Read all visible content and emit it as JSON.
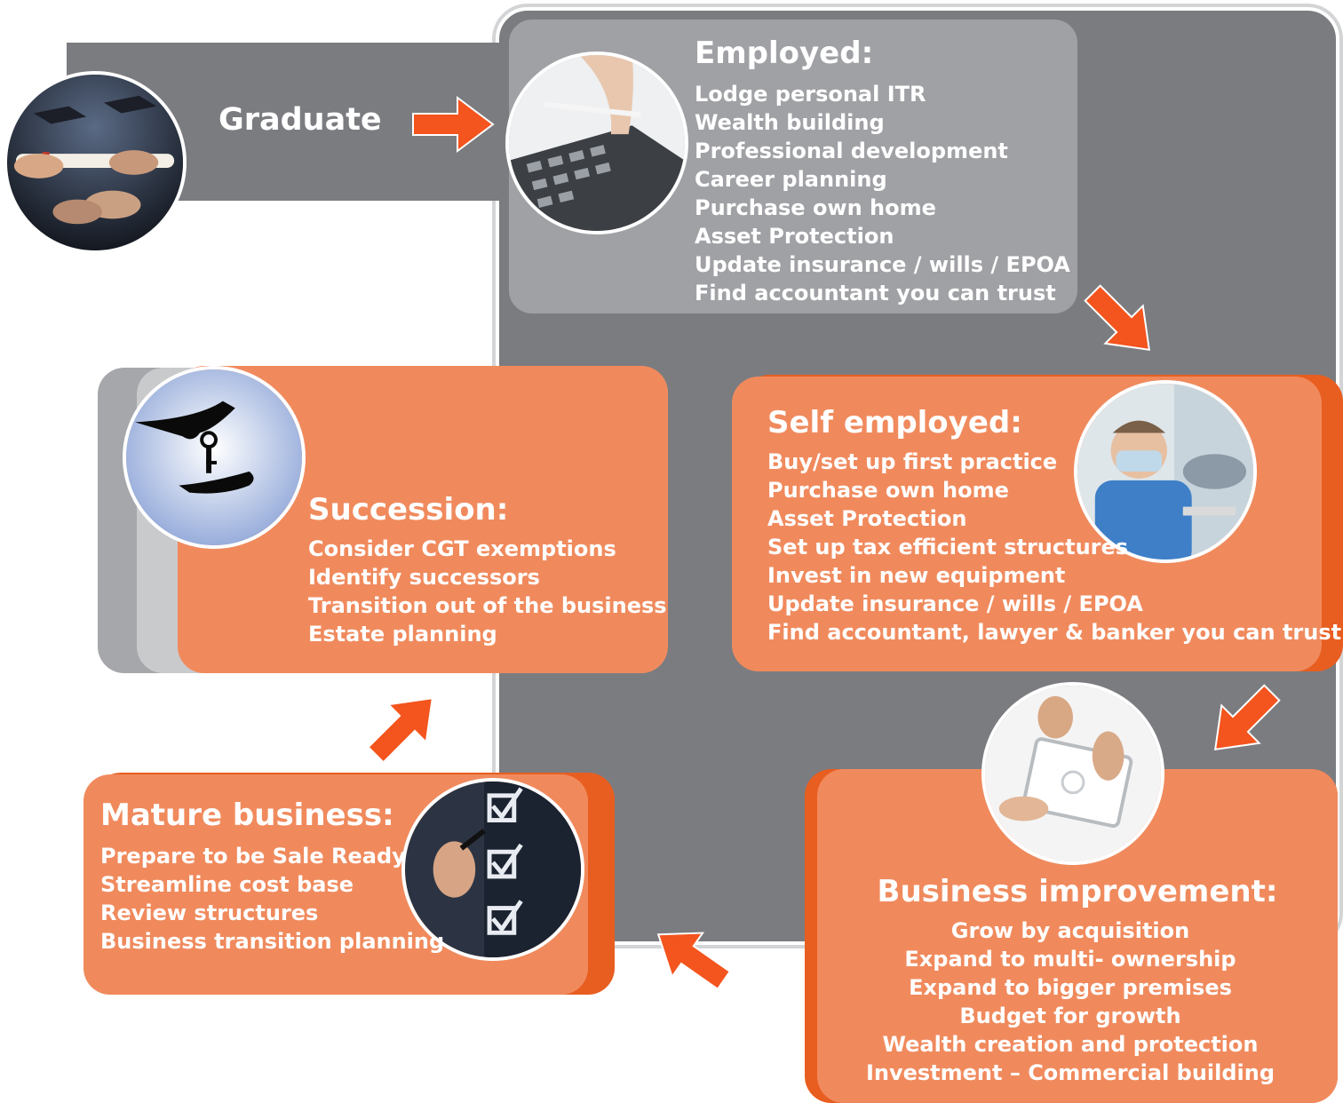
{
  "stages": {
    "graduate": {
      "label": "Graduate"
    },
    "employed": {
      "title": "Employed:",
      "items": [
        "Lodge personal ITR",
        "Wealth building",
        "Professional development",
        "Career planning",
        "Purchase own home",
        "Asset Protection",
        "Update insurance / wills / EPOA",
        "Find accountant you can trust"
      ]
    },
    "self_employed": {
      "title": "Self employed:",
      "items": [
        "Buy/set up first practice",
        "Purchase own home",
        "Asset Protection",
        "Set up tax efficient structures",
        "Invest in new equipment",
        "Update insurance / wills / EPOA",
        "Find accountant, lawyer & banker you can trust"
      ]
    },
    "business_improvement": {
      "title": "Business improvement:",
      "items": [
        "Grow by acquisition",
        "Expand to multi- ownership",
        "Expand to bigger premises",
        "Budget for growth",
        "Wealth creation and protection",
        "Investment – Commercial building"
      ]
    },
    "mature_business": {
      "title": "Mature business:",
      "items": [
        "Prepare to be Sale Ready",
        "Streamline cost base",
        "Review structures",
        "Business transition planning"
      ]
    },
    "succession": {
      "title": "Succession:",
      "items": [
        "Consider CGT exemptions",
        "Identify successors",
        "Transition out of the business",
        "Estate planning"
      ]
    }
  },
  "colors": {
    "frame": "#7b7c80",
    "orange": "#f08a5d",
    "orange_dark": "#e85e20",
    "arrow": "#f4541d",
    "grey_box": "#a0a1a5"
  },
  "icons": [
    "graduation-photo-icon",
    "calculator-photo-icon",
    "dentist-photo-icon",
    "meeting-photo-icon",
    "checklist-photo-icon",
    "key-handover-photo-icon",
    "arrow-icon"
  ]
}
